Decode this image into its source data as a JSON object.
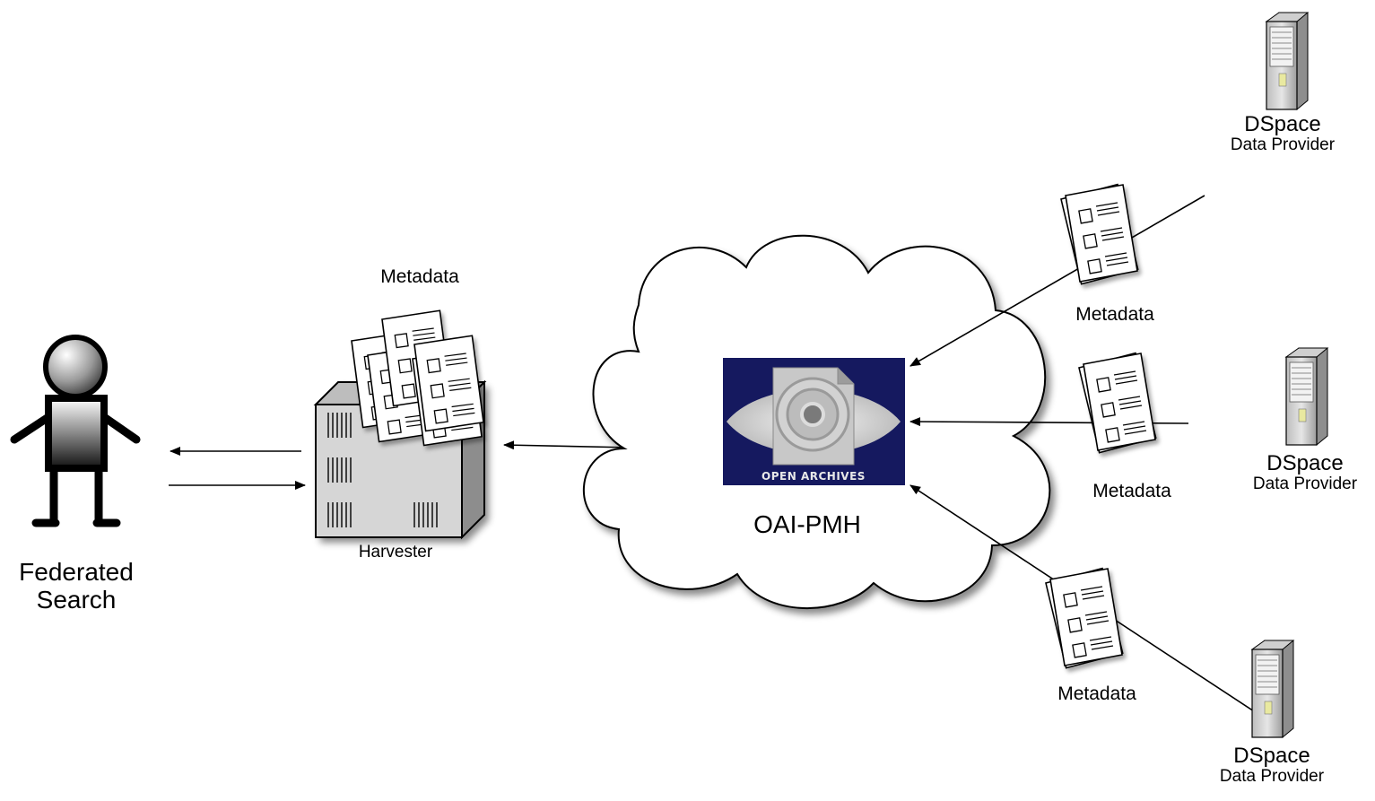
{
  "diagram": {
    "federated": {
      "line1": "Federated",
      "line2": "Search"
    },
    "harvester": {
      "label": "Harvester",
      "metadata_label": "Metadata"
    },
    "hub": {
      "label": "OAI-PMH",
      "logo_text": "OPEN ARCHIVES"
    },
    "providers": [
      {
        "name": "DSpace",
        "role": "Data Provider",
        "metadata_label": "Metadata"
      },
      {
        "name": "DSpace",
        "role": "Data Provider",
        "metadata_label": "Metadata"
      },
      {
        "name": "DSpace",
        "role": "Data Provider",
        "metadata_label": "Metadata"
      }
    ],
    "colors": {
      "line": "#000000",
      "server_fill": "#d8d8d8",
      "logo_bg": "#15195f"
    }
  }
}
